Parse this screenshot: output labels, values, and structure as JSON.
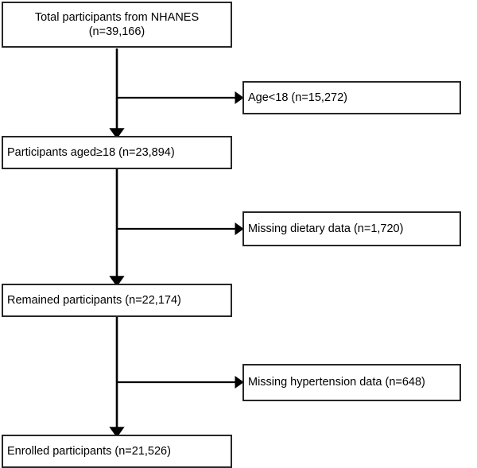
{
  "figure": {
    "type": "flowchart",
    "title": "Participant selection flow diagram",
    "orientation": "top-to-bottom with right-side exclusion branches",
    "colors": {
      "box_border": "#262626",
      "box_fill": "#ffffff",
      "connector": "#000000",
      "text": "#000000",
      "background": "#ffffff"
    }
  },
  "nodes": {
    "total_participants": {
      "label": "Total participants from NHANES\n(n=39,166)",
      "count": 39166,
      "align": "center"
    },
    "participants_aged_18": {
      "label": "Participants aged≥18 (n=23,894)",
      "count": 23894,
      "align": "left"
    },
    "remained_participants": {
      "label": "Remained participants (n=22,174)",
      "count": 22174,
      "align": "left"
    },
    "enrolled_participants": {
      "label": "Enrolled participants (n=21,526)",
      "count": 21526,
      "align": "left"
    }
  },
  "exclusions": {
    "age_under_18": {
      "label": "Age<18 (n=15,272)",
      "count": 15272,
      "align": "left"
    },
    "missing_dietary": {
      "label": "Missing dietary data (n=1,720)",
      "count": 1720,
      "align": "left"
    },
    "missing_hypertension": {
      "label": "Missing hypertension data (n=648)",
      "count": 648,
      "align": "left"
    }
  },
  "connectors": [
    {
      "name": "total-to-aged18",
      "from": "total_participants",
      "to": "participants_aged_18",
      "kind": "vertical-arrow"
    },
    {
      "name": "branch-age-under-18",
      "from": "total-to-aged18",
      "to": "age_under_18",
      "kind": "horizontal-arrow"
    },
    {
      "name": "aged18-to-remained",
      "from": "participants_aged_18",
      "to": "remained_participants",
      "kind": "vertical-arrow"
    },
    {
      "name": "branch-missing-dietary",
      "from": "aged18-to-remained",
      "to": "missing_dietary",
      "kind": "horizontal-arrow"
    },
    {
      "name": "remained-to-enrolled",
      "from": "remained_participants",
      "to": "enrolled_participants",
      "kind": "vertical-arrow"
    },
    {
      "name": "branch-missing-hypertension",
      "from": "remained-to-enrolled",
      "to": "missing_hypertension",
      "kind": "horizontal-arrow"
    }
  ]
}
